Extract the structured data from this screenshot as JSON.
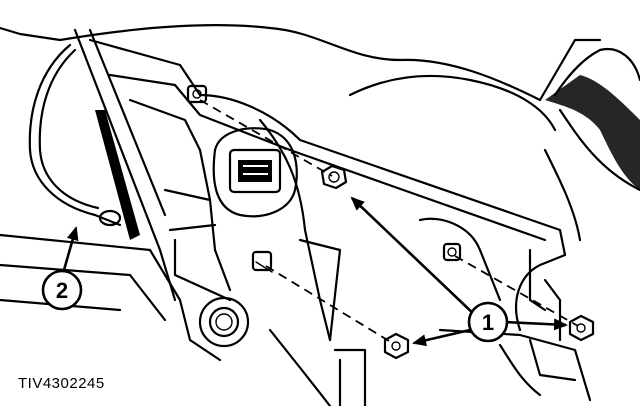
{
  "callouts": {
    "one": "1",
    "two": "2"
  },
  "figure_id": "TIV4302245",
  "colors": {
    "ink": "#000000",
    "paper": "#ffffff"
  }
}
